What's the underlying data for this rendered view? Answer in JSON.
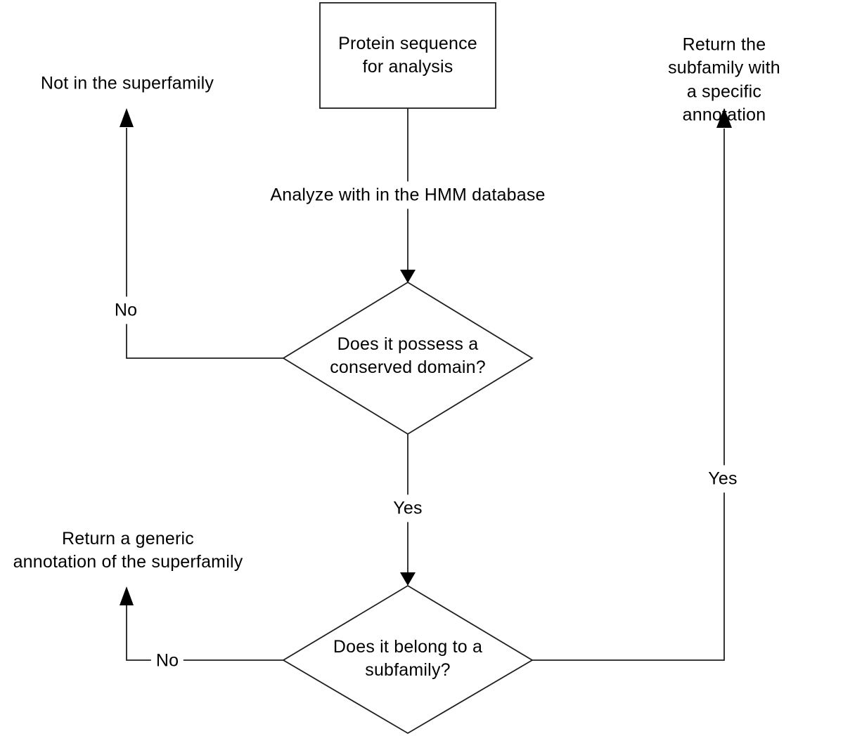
{
  "flowchart": {
    "start": {
      "label": "Protein sequence\nfor analysis"
    },
    "decisions": {
      "conserved_domain": {
        "label": "Does it possess a\nconserved domain?"
      },
      "subfamily": {
        "label": "Does it belong to a\nsubfamily?"
      }
    },
    "outcomes": {
      "not_in_superfamily": {
        "label": "Not in the superfamily"
      },
      "generic_annotation": {
        "label": "Return a generic\nannotation of the superfamily"
      },
      "specific_annotation": {
        "label": "Return the subfamily with\na specific annotation"
      }
    },
    "edges": {
      "analyze": {
        "label": "Analyze with in the HMM database"
      },
      "conserved_no": {
        "label": "No"
      },
      "conserved_yes": {
        "label": "Yes"
      },
      "subfamily_no": {
        "label": "No"
      },
      "subfamily_yes": {
        "label": "Yes"
      }
    },
    "colors": {
      "line": "#1f1f1f",
      "arrow": "#000000",
      "text": "#000000",
      "background": "#ffffff"
    }
  }
}
